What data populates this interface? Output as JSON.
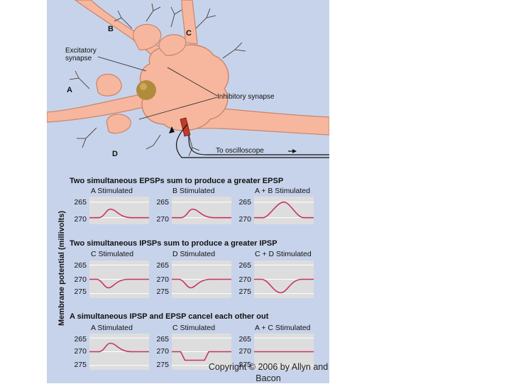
{
  "labels": {
    "B": "B",
    "C": "C",
    "A": "A",
    "D": "D",
    "excitatory_synapse": "Excitatory synapse",
    "inhibitory_synapse": "Inhibitory synapse",
    "to_oscilloscope": "To oscilloscope"
  },
  "y_axis_label": "Membrane potential (millivolts)",
  "sections": [
    {
      "title": "Two simultaneous EPSPs sum to produce a greater EPSP",
      "ticks": [
        "265",
        "270"
      ],
      "plots": [
        {
          "title": "A Stimulated",
          "trace": "epsp-small"
        },
        {
          "title": "B Stimulated",
          "trace": "epsp-small"
        },
        {
          "title": "A + B Stimulated",
          "trace": "epsp-large"
        }
      ]
    },
    {
      "title": "Two simultaneous IPSPs sum to produce a greater IPSP",
      "ticks": [
        "265",
        "270",
        "275"
      ],
      "plots": [
        {
          "title": "C Stimulated",
          "trace": "ipsp-small"
        },
        {
          "title": "D Stimulated",
          "trace": "ipsp-small"
        },
        {
          "title": "C + D Stimulated",
          "trace": "ipsp-large"
        }
      ]
    },
    {
      "title": "A simultaneous IPSP and EPSP cancel each other out",
      "ticks": [
        "265",
        "270",
        "275"
      ],
      "plots": [
        {
          "title": "A Stimulated",
          "trace": "epsp-small"
        },
        {
          "title": "C Stimulated",
          "trace": "ipsp-square"
        },
        {
          "title": "A + C Stimulated",
          "trace": "flat"
        }
      ]
    }
  ],
  "copyright": "Copyright © 2006 by Allyn and Bacon",
  "colors": {
    "panel": "#c7d3ea",
    "neuron": "#f6b79e",
    "neuron_outline": "#c8856c",
    "nucleus": "#b08b3c",
    "trace": "#c4336a",
    "plot_bg": "#dddddd"
  }
}
